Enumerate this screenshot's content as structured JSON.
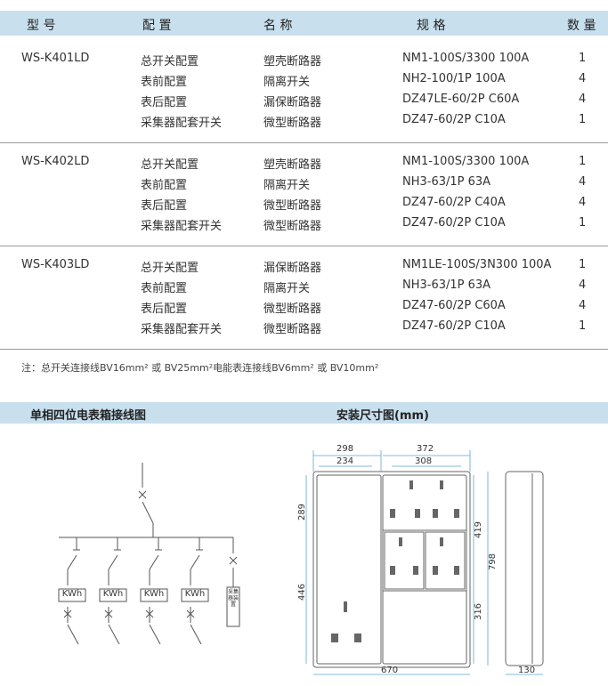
{
  "table": {
    "headers": [
      "型 号",
      "配 置",
      "名 称",
      "规 格",
      "数 量"
    ],
    "groups": [
      {
        "model": "WS-K401LD",
        "rows": [
          {
            "config": "总开关配置",
            "name": "塑壳断路器",
            "spec": "NM1-100S/3300 100A",
            "qty": "1"
          },
          {
            "config": "表前配置",
            "name": "隔离开关",
            "spec": "NH2-100/1P 100A",
            "qty": "4"
          },
          {
            "config": "表后配置",
            "name": "漏保断路器",
            "spec": "DZ47LE-60/2P C60A",
            "qty": "4"
          },
          {
            "config": "采集器配套开关",
            "name": "微型断路器",
            "spec": "DZ47-60/2P  C10A",
            "qty": "1"
          }
        ]
      },
      {
        "model": "WS-K402LD",
        "rows": [
          {
            "config": "总开关配置",
            "name": "塑壳断路器",
            "spec": "NM1-100S/3300 100A",
            "qty": "1"
          },
          {
            "config": "表前配置",
            "name": "隔离开关",
            "spec": "NH3-63/1P 63A",
            "qty": "4"
          },
          {
            "config": "表后配置",
            "name": "微型断路器",
            "spec": "DZ47-60/2P C40A",
            "qty": "4"
          },
          {
            "config": "采集器配套开关",
            "name": "微型断路器",
            "spec": "DZ47-60/2P C10A",
            "qty": "1"
          }
        ]
      },
      {
        "model": "WS-K403LD",
        "rows": [
          {
            "config": "总开关配置",
            "name": "漏保断路器",
            "spec": "NM1LE-100S/3N300 100A",
            "qty": "1"
          },
          {
            "config": "表前配置",
            "name": "隔离开关",
            "spec": "NH3-63/1P 63A",
            "qty": "4"
          },
          {
            "config": "表后配置",
            "name": "微型断路器",
            "spec": "DZ47-60/2P C60A",
            "qty": "4"
          },
          {
            "config": "采集器配套开关",
            "name": "微型断路器",
            "spec": "DZ47-60/2P C10A",
            "qty": "1"
          }
        ]
      }
    ]
  },
  "note": "注：总开关连接线BV16mm² 或 BV25mm²电能表连接线BV6mm² 或 BV10mm²",
  "section": {
    "wiring_title": "单相四位电表箱接线图",
    "dimension_title": "安装尺寸图(mm)"
  },
  "wiring": {
    "meter_label": "KWh",
    "collector_label": "采集器装置"
  },
  "dimensions": {
    "d298": "298",
    "d372": "372",
    "d234": "234",
    "d308": "308",
    "d289": "289",
    "d446": "446",
    "d419": "419",
    "d316": "316",
    "d798": "798",
    "d670": "670",
    "d130": "130"
  },
  "colors": {
    "header_bg": "#c8dfee",
    "dim_line": "#5aa8c8"
  }
}
